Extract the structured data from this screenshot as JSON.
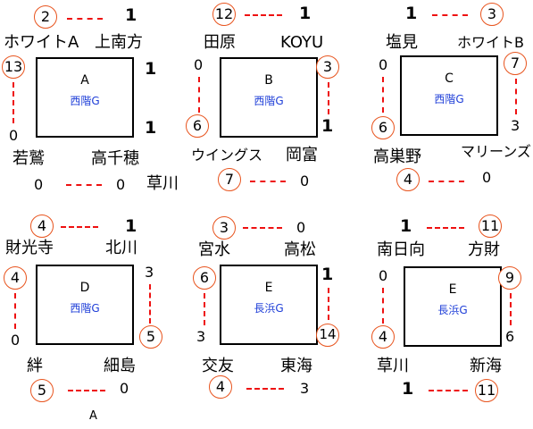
{
  "blocks": [
    {
      "court": "A",
      "venue": "西階G",
      "teams": {
        "top_left": "ホワイトA",
        "top_right": "上南方",
        "bottom_left": "若鷲",
        "bottom_right": "高千穂",
        "extra": "草川"
      },
      "scores": {
        "top_left": "2",
        "top_right": "1",
        "left_top": "13",
        "left_bottom": "0",
        "right_top": "1",
        "right_bottom": "1",
        "bottom_left": "0",
        "bottom_right": "0"
      }
    },
    {
      "court": "B",
      "venue": "西階G",
      "teams": {
        "top_left": "田原",
        "top_right": "KOYU",
        "bottom_left": "ウイングス",
        "bottom_right": "岡富"
      },
      "scores": {
        "top_left": "12",
        "top_right": "1",
        "left_top": "0",
        "left_bottom": "6",
        "right_top": "3",
        "right_bottom": "1",
        "bottom_left": "7",
        "bottom_right": "0"
      }
    },
    {
      "court": "C",
      "venue": "西階G",
      "teams": {
        "top_left": "塩見",
        "top_right": "ホワイトB",
        "bottom_left": "高巣野",
        "bottom_right": "マリーンズ"
      },
      "scores": {
        "top_left": "1",
        "top_right": "3",
        "left_top": "0",
        "left_bottom": "6",
        "right_top": "7",
        "right_bottom": "3",
        "bottom_left": "4",
        "bottom_right": "0"
      }
    },
    {
      "court": "D",
      "venue": "西階G",
      "teams": {
        "top_left": "財光寺",
        "top_right": "北川",
        "bottom_left": "絆",
        "bottom_right": "細島"
      },
      "scores": {
        "top_left": "4",
        "top_right": "1",
        "left_top": "4",
        "left_bottom": "0",
        "right_top": "3",
        "right_bottom": "5",
        "bottom_left": "5",
        "bottom_right": "0"
      }
    },
    {
      "court": "E",
      "venue": "長浜G",
      "teams": {
        "top_left": "宮水",
        "top_right": "高松",
        "bottom_left": "交友",
        "bottom_right": "東海"
      },
      "scores": {
        "top_left": "3",
        "top_right": "0",
        "left_top": "6",
        "left_bottom": "3",
        "right_top": "1",
        "right_bottom": "14",
        "bottom_left": "4",
        "bottom_right": "3"
      }
    },
    {
      "court": "E",
      "venue": "長浜G",
      "teams": {
        "top_left": "南日向",
        "top_right": "方財",
        "bottom_left": "草川",
        "bottom_right": "新海"
      },
      "scores": {
        "top_left": "1",
        "top_right": "11",
        "left_top": "0",
        "left_bottom": "4",
        "right_top": "9",
        "right_bottom": "6",
        "bottom_left": "1",
        "bottom_right": "11"
      }
    }
  ],
  "footnote": "A",
  "colors": {
    "venue": "#1f3fd8",
    "circle": "#e8541e",
    "dash": "#e11111"
  }
}
